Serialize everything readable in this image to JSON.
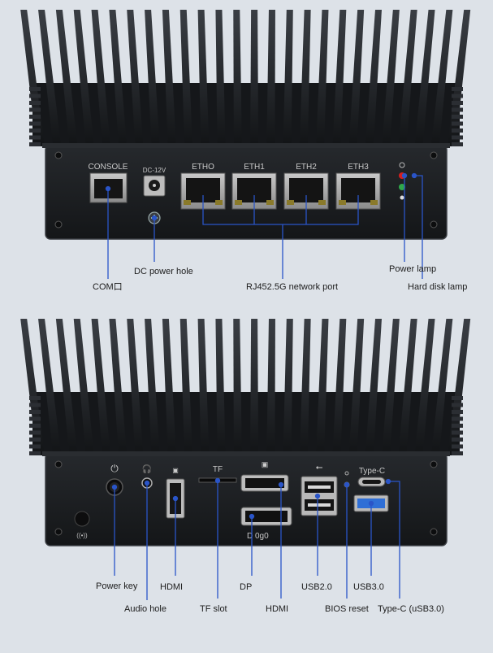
{
  "top_unit": {
    "panel_labels": {
      "console": "CONSOLE",
      "dc_rating": "DC-12V",
      "eth0": "ETHO",
      "eth1": "ETH1",
      "eth2": "ETH2",
      "eth3": "ETH3"
    },
    "callouts": {
      "com_port": "COM口",
      "dc_power_hole": "DC power hole",
      "network_port": "RJ452.5G network port",
      "power_lamp": "Power lamp",
      "hard_disk_lamp": "Hard disk lamp"
    }
  },
  "bottom_unit": {
    "panel_labels": {
      "tf": "TF",
      "type_c": "Type-C",
      "dp": "D 0g0"
    },
    "callouts": {
      "power_key": "Power key",
      "audio_hole": "Audio hole",
      "hdmi_left": "HDMI",
      "tf_slot": "TF slot",
      "dp": "DP",
      "hdmi_right": "HDMI",
      "usb2": "USB2.0",
      "bios_reset": "BIOS reset",
      "usb3": "USB3.0",
      "type_c": "Type-C (uSB3.0)"
    }
  },
  "colors": {
    "background": "#dde2e8",
    "chassis": "#1b1d20",
    "callout_line": "#2a55c8",
    "usb3_port": "#2f6fd6",
    "led_red": "#d42020",
    "led_green": "#2fa84a"
  }
}
